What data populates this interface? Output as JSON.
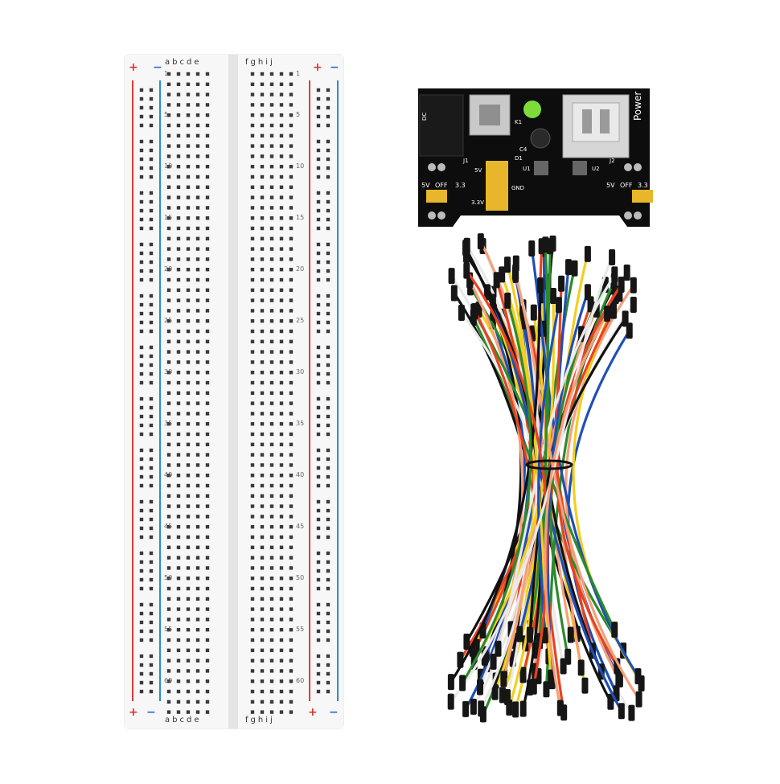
{
  "breadboard": {
    "left_columns": "abcde",
    "right_columns": "fghij",
    "plus": "+",
    "minus": "−",
    "row_numbers": [
      "1",
      "5",
      "10",
      "15",
      "20",
      "25",
      "30",
      "35",
      "40",
      "45",
      "50",
      "55",
      "60"
    ]
  },
  "power_module": {
    "title": "Power",
    "jumper_left_5v": "5V",
    "jumper_left_off": "OFF",
    "jumper_left_33": "3.3",
    "jumper_right_5v": "5V",
    "jumper_right_off": "OFF",
    "jumper_right_33": "3.3",
    "pin_5v": "5V",
    "pin_33v": "3.3V",
    "pin_gnd": "GND",
    "label_j1": "J1",
    "label_u1": "U1",
    "label_u2": "U2",
    "label_j2": "J2",
    "label_c4": "C4",
    "label_d1": "D1",
    "label_k1": "K1",
    "label_dc": "DC",
    "led_color": "#7ddc3a"
  },
  "jumper_wires": {
    "colors": [
      "#f2cf1d",
      "#1f4fb6",
      "#111111",
      "#e8431f",
      "#ffffff",
      "#f5a07a",
      "#2d8a2d"
    ]
  }
}
